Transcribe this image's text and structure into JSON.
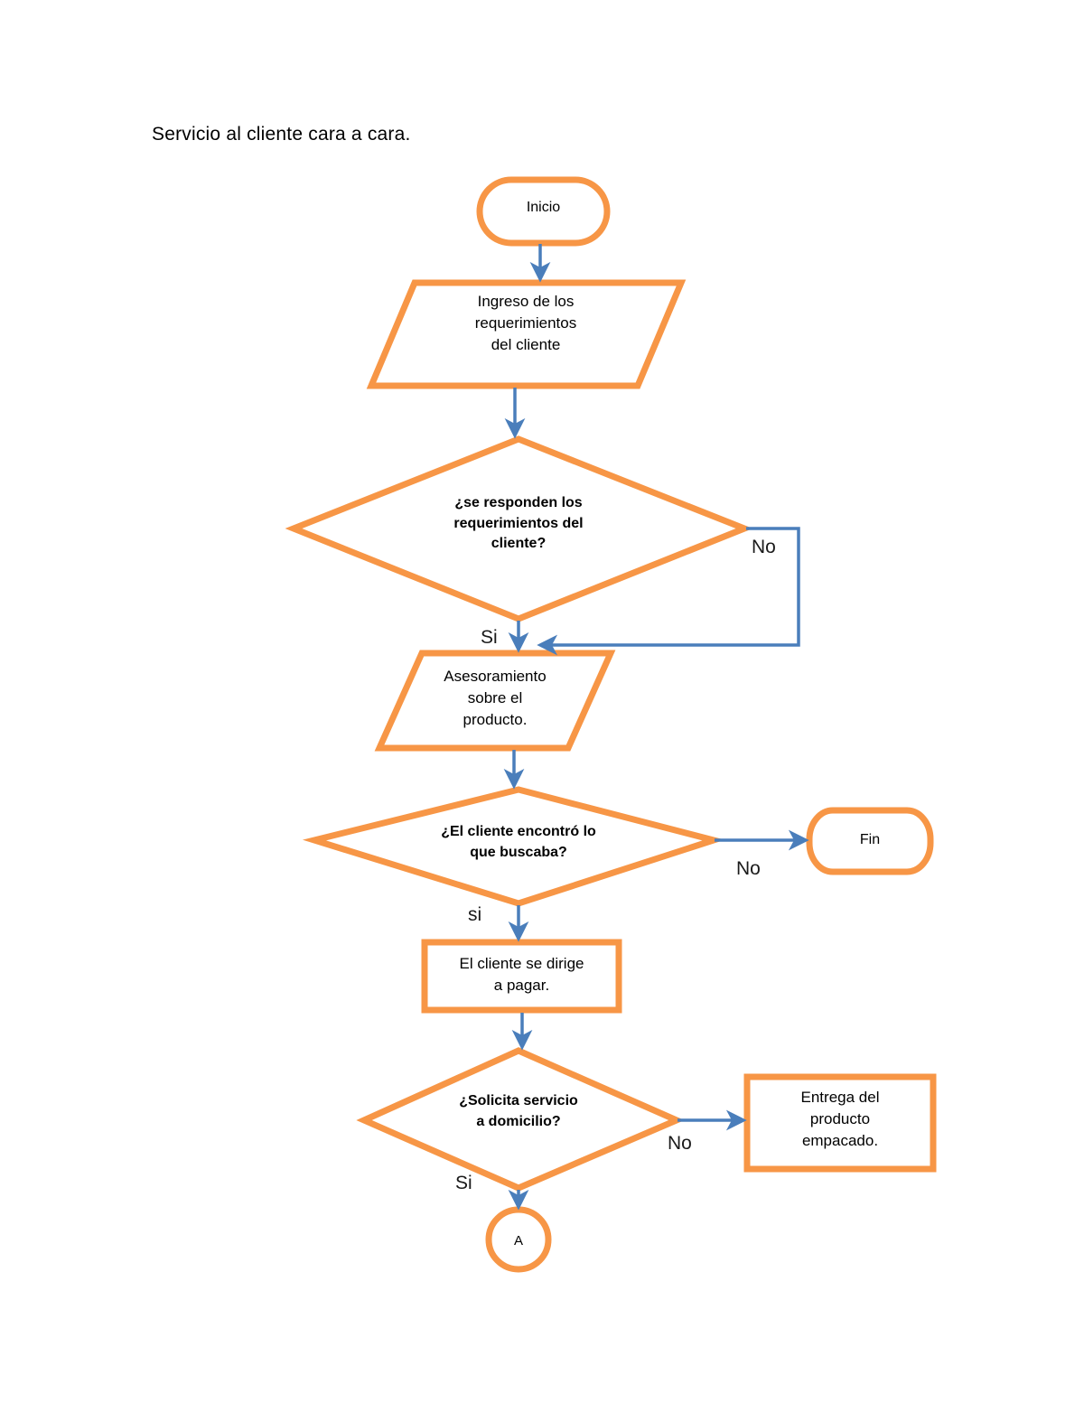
{
  "document": {
    "title": "Servicio al cliente cara a cara."
  },
  "colors": {
    "shape_stroke": "#F79646",
    "connector": "#4A7EBB",
    "shape_fill": "#FFFFFF",
    "text": "#000000"
  },
  "chart_data": {
    "type": "diagram",
    "title": "Servicio al cliente cara a cara.",
    "nodes": [
      {
        "id": "inicio",
        "shape": "terminator",
        "label": "Inicio"
      },
      {
        "id": "ingreso",
        "shape": "parallelogram",
        "label": "Ingreso de los\nrequerimientos\ndel cliente"
      },
      {
        "id": "dec1",
        "shape": "diamond",
        "label": "¿se responden los\nrequerimientos del\ncliente?"
      },
      {
        "id": "asesora",
        "shape": "parallelogram",
        "label": "Asesoramiento\nsobre el\nproducto."
      },
      {
        "id": "dec2",
        "shape": "diamond",
        "label": "¿El cliente encontró lo\nque buscaba?"
      },
      {
        "id": "fin",
        "shape": "terminator",
        "label": "Fin"
      },
      {
        "id": "pagar",
        "shape": "process",
        "label": "El cliente se dirige\na pagar."
      },
      {
        "id": "dec3",
        "shape": "diamond",
        "label": "¿Solicita servicio\na domicilio?"
      },
      {
        "id": "entrega",
        "shape": "process",
        "label": "Entrega del\nproducto\nempacado."
      },
      {
        "id": "conector_a",
        "shape": "connector",
        "label": "A"
      }
    ],
    "edges": [
      {
        "from": "inicio",
        "to": "ingreso",
        "label": ""
      },
      {
        "from": "ingreso",
        "to": "dec1",
        "label": ""
      },
      {
        "from": "dec1",
        "to": "asesora",
        "label": "Si"
      },
      {
        "from": "dec1",
        "to": "asesora",
        "label": "No"
      },
      {
        "from": "asesora",
        "to": "dec2",
        "label": ""
      },
      {
        "from": "dec2",
        "to": "fin",
        "label": "No"
      },
      {
        "from": "dec2",
        "to": "pagar",
        "label": "si"
      },
      {
        "from": "pagar",
        "to": "dec3",
        "label": ""
      },
      {
        "from": "dec3",
        "to": "entrega",
        "label": "No"
      },
      {
        "from": "dec3",
        "to": "conector_a",
        "label": "Si"
      }
    ]
  },
  "nodes": {
    "inicio": {
      "label": "Inicio"
    },
    "ingreso": {
      "label": "Ingreso de los\nrequerimientos\ndel cliente"
    },
    "dec1": {
      "label": "¿se responden los\nrequerimientos del\ncliente?"
    },
    "asesora": {
      "label": "Asesoramiento\nsobre el\nproducto."
    },
    "dec2": {
      "label": "¿El cliente encontró lo\nque buscaba?"
    },
    "fin": {
      "label": "Fin"
    },
    "pagar": {
      "label": "El cliente se dirige\na pagar."
    },
    "dec3": {
      "label": "¿Solicita servicio\na domicilio?"
    },
    "entrega": {
      "label": "Entrega del\nproducto\nempacado."
    },
    "conector_a": {
      "label": "A"
    }
  },
  "edge_labels": {
    "dec1_no": "No",
    "dec1_si": "Si",
    "dec2_no": "No",
    "dec2_si": "si",
    "dec3_no": "No",
    "dec3_si": "Si"
  }
}
